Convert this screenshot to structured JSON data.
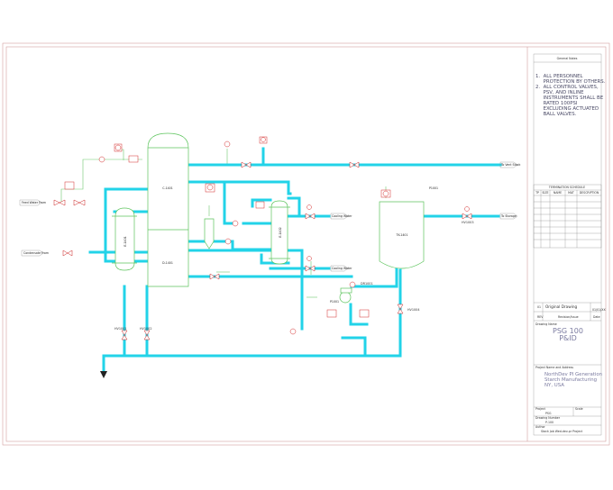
{
  "general_notes": {
    "title": "General Notes",
    "lines": [
      "1.  ALL PERSONNEL",
      "     PROTECTION BY OTHERS.",
      "2.  ALL CONTROL VALVES,",
      "     PSV, AND INLINE",
      "     INSTRUMENTS SHALL BE",
      "     RATED 100PSI",
      "     EXCLUDING ACTUATED",
      "     BALL VALVES."
    ]
  },
  "termination_schedule": {
    "title": "TERMINATION SCHEDULE",
    "headers": [
      "TP",
      "SIZE",
      "NAME",
      "MAT",
      "DESCRIPTION"
    ]
  },
  "revision": {
    "rows": [
      {
        "rev": "01",
        "desc": "Original Drawing",
        "date": "01/01/XX"
      },
      {
        "rev": "REV",
        "desc": "Revision/Issue",
        "date": "Date"
      }
    ]
  },
  "drawing_name": {
    "label": "Drawing Name",
    "line1": "PSG 100",
    "line2": "P&ID"
  },
  "project": {
    "label": "Project Name and Address",
    "lines": [
      "NorthDev PI Generation",
      "Starch Manufacturing",
      "NY, USA"
    ]
  },
  "title_block": {
    "project_label": "Project",
    "project_value": "PSG",
    "scale_label": "Scale",
    "drawing_number_label": "Drawing Number",
    "drawing_number_value": "P-100",
    "author_label": "Author",
    "author_value": "Stack Job Wed-dev-pr Project"
  },
  "equipment": {
    "column_upper": "C-1401",
    "column_lower": "D-1401",
    "exchanger_left": "E-1401",
    "exchanger_right": "E-1402",
    "tank": "TK-1401",
    "tank_vent": "P1001",
    "pump": "P1001"
  },
  "labels": {
    "inlet_1": "Feed Water From",
    "inlet_2": "Condensate From",
    "out_top": "To Vent Stack",
    "out_mid": "Cooling Water",
    "out_mid2": "Cooling Water",
    "out_tank": "To Storage",
    "hv1": "HV1001",
    "hv2": "HV1002",
    "hv3": "HV1003",
    "hv4": "HV1004",
    "drain": "DR1001"
  },
  "colors": {
    "pipe": "#22d3e8",
    "vessel": "#5cc45c",
    "instrument": "#d42b2b",
    "border": "#c98e8e"
  }
}
